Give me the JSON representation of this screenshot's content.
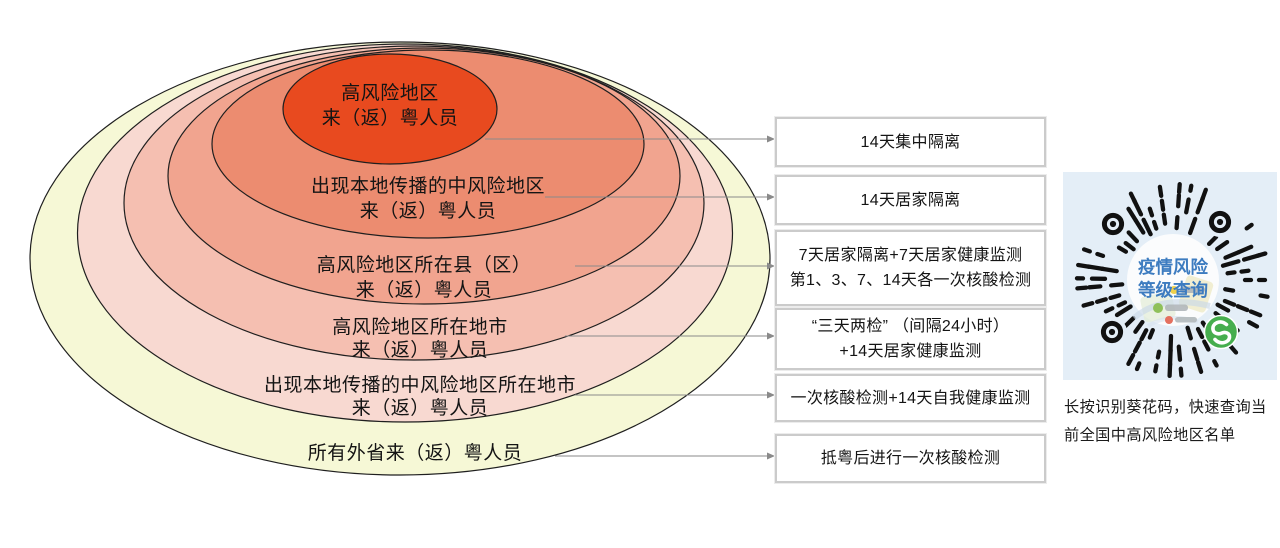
{
  "diagram": {
    "rings": [
      {
        "label_line1": "高风险地区",
        "label_line2": "来（返）粤人员",
        "color": "#E84A1F"
      },
      {
        "label_line1": "出现本地传播的中风险地区",
        "label_line2": "来（返）粤人员",
        "color": "#EC8C70"
      },
      {
        "label_line1": "高风险地区所在县（区）",
        "label_line2": "来（返）粤人员",
        "color": "#F1A48F"
      },
      {
        "label_line1": "高风险地区所在地市",
        "label_line2": "来（返）粤人员",
        "color": "#F5BFB1"
      },
      {
        "label_line1": "出现本地传播的中风险地区所在地市",
        "label_line2": "来（返）粤人员",
        "color": "#F8D9D1"
      },
      {
        "label_line1": "所有外省来（返）粤人员",
        "color": "#F6F8D6"
      }
    ],
    "measures": [
      {
        "line1": "14天集中隔离"
      },
      {
        "line1": "14天居家隔离"
      },
      {
        "line1": "7天居家隔离+7天居家健康监测",
        "line2": "第1、3、7、14天各一次核酸检测"
      },
      {
        "line1": "“三天两检” （间隔24小时）",
        "line2": "+14天居家健康监测"
      },
      {
        "line1": "一次核酸检测+14天自我健康监测"
      },
      {
        "line1": "抵粤后进行一次核酸检测"
      }
    ],
    "line_color": "#8a8a8a",
    "ring_border_color": "#1f1f1f"
  },
  "qr": {
    "title_line1": "疫情风险",
    "title_line2": "等级查询",
    "caption_line1": "长按识别葵花码，快速查询当",
    "caption_line2": "前全国中高风险地区名单",
    "colors": {
      "panel_bg": "#E4EEF7",
      "title_blue": "#3D7CC0",
      "wechat_green": "#46AE4E",
      "dot_black": "#111111"
    }
  }
}
